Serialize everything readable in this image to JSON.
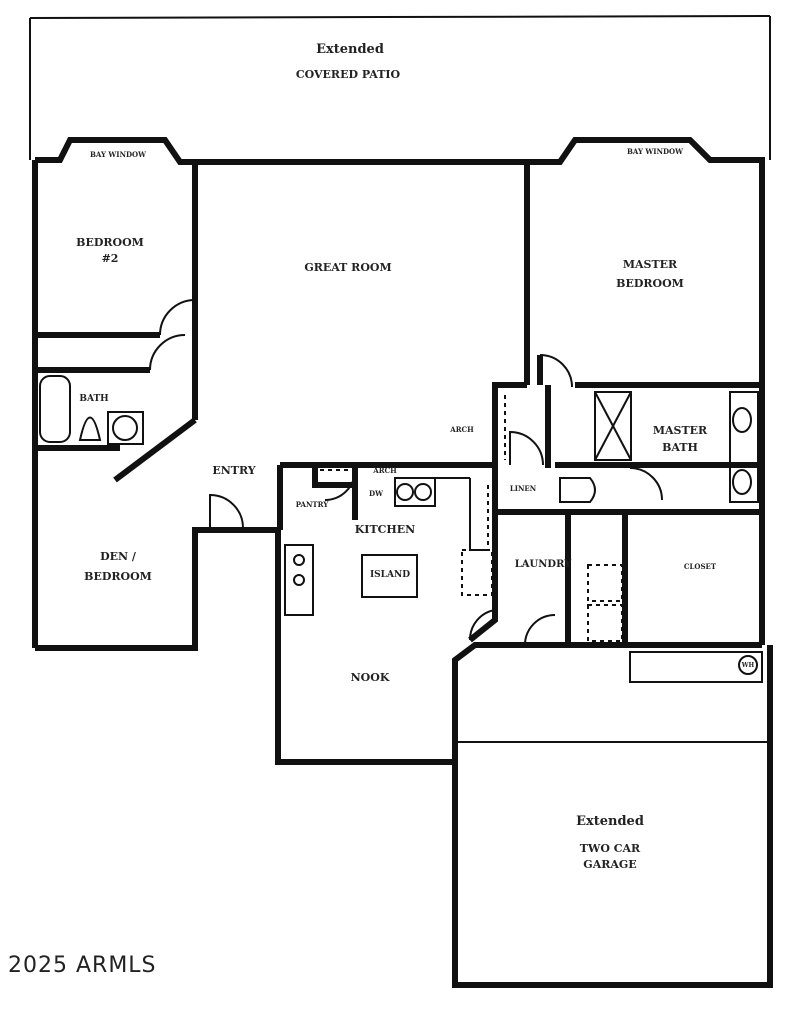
{
  "rooms": {
    "patio": [
      "Extended",
      "COVERED PATIO"
    ],
    "bay_window_left": "BAY WINDOW",
    "bay_window_right": "BAY WINDOW",
    "bedroom2": [
      "BEDROOM",
      "#2"
    ],
    "great_room": "GREAT ROOM",
    "master_bedroom": [
      "MASTER",
      "BEDROOM"
    ],
    "bath": "BATH",
    "entry": "ENTRY",
    "arch_great": "ARCH",
    "arch_kitchen": "ARCH",
    "master_bath": [
      "MASTER",
      "BATH"
    ],
    "pantry": "PANTRY",
    "dw": "DW",
    "linen": "LINEN",
    "kitchen": "KITCHEN",
    "island": "ISLAND",
    "laundry": "LAUNDRY",
    "closet": "CLOSET",
    "den": [
      "DEN /",
      "BEDROOM"
    ],
    "nook": "NOOK",
    "wh": "WH",
    "garage": [
      "Extended",
      "TWO CAR",
      "GARAGE"
    ]
  },
  "copyright": "2025 ARMLS"
}
